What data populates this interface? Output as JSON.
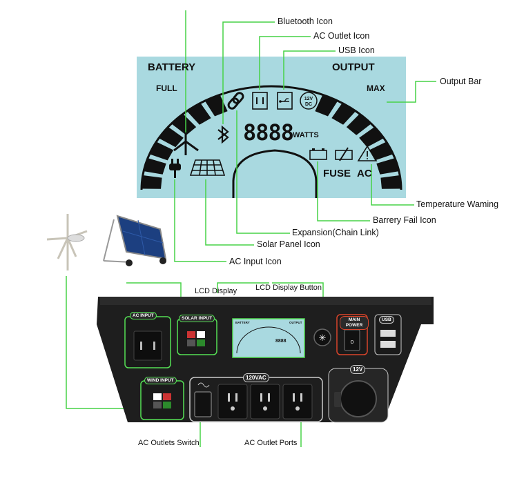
{
  "lcd": {
    "battery_label": "BATTERY",
    "output_label": "OUTPUT",
    "full_label": "FULL",
    "max_label": "MAX",
    "digits": "8888",
    "watts_label": "WATTS",
    "fuse_label": "FUSE",
    "ac_label": "AC",
    "dc_badge": "12V DC"
  },
  "callouts": {
    "bluetooth": "Bluetooth Icon",
    "ac_outlet": "AC Outlet Icon",
    "usb": "USB Icon",
    "output_bar": "Output Bar",
    "temperature": "Temperature Waming",
    "battery_fail": "Barrery Fail Icon",
    "expansion": "Expansion(Chain Link)",
    "solar_panel": "Solar Panel Icon",
    "ac_input": "AC Input Icon",
    "lcd_display": "LCD Display",
    "lcd_button": "LCD Display Button",
    "ac_switch": "AC Outlets Switch",
    "ac_ports": "AC Outlet Ports"
  },
  "panel": {
    "ac_input": "AC INPUT",
    "solar_input": "SOLAR INPUT",
    "wind_input": "WIND INPUT",
    "main_power": "MAIN POWER",
    "usb": "USB",
    "vac": "120VAC",
    "twelve_v": "12V",
    "mini_battery": "BATTERY",
    "mini_output": "OUTPUT"
  },
  "colors": {
    "callout_line": "#47d247",
    "lcd_bg": "#a7d8df",
    "panel": "#1e1e1e",
    "red_accent": "#d9452b"
  }
}
